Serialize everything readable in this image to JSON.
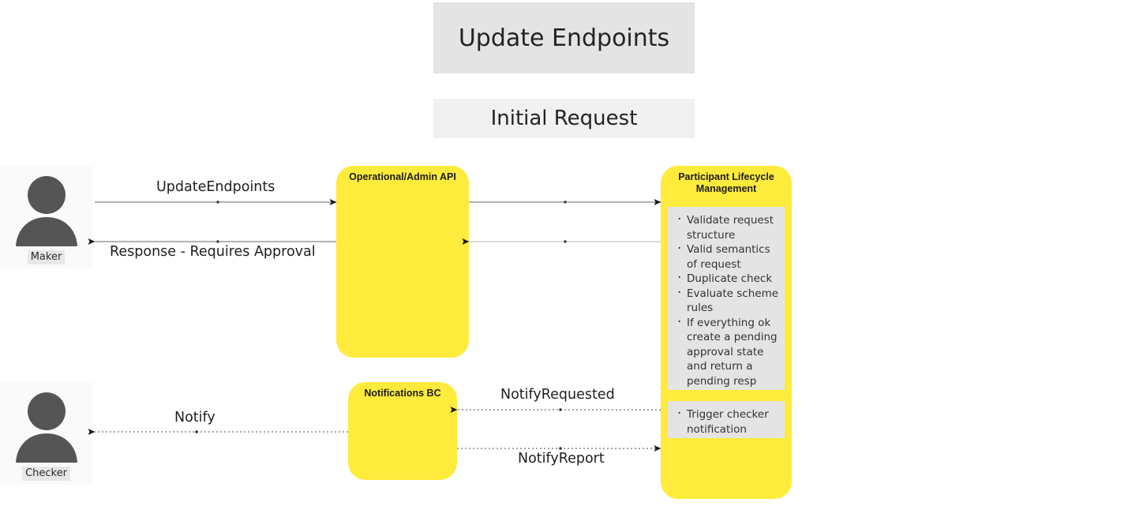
{
  "header": {
    "title": "Update Endpoints",
    "phase": "Initial Request",
    "title_bg": "#e4e4e4",
    "phase_bg": "#f1f1f1"
  },
  "theme": {
    "participant_fill": "#ffeb3b",
    "note_fill": "#e4e4e4",
    "actor_fill": "#fafafa",
    "line_color": "#9a9a9a",
    "text_color": "#1f1f1f"
  },
  "actors": [
    {
      "id": "maker",
      "label": "Maker",
      "icon": "person-icon"
    },
    {
      "id": "checker",
      "label": "Checker",
      "icon": "person-icon"
    }
  ],
  "participants": [
    {
      "id": "api",
      "title": "Operational/Admin API"
    },
    {
      "id": "notifications",
      "title": "Notifications BC"
    },
    {
      "id": "plm",
      "title": "Participant Lifecycle Management"
    }
  ],
  "notes": [
    {
      "id": "validate",
      "items": [
        "Validate request structure",
        "Valid semantics of request",
        "Duplicate check",
        "Evaluate scheme rules",
        "If everything ok create a pending approval state and return a pending resp"
      ]
    },
    {
      "id": "trigger",
      "items": [
        "Trigger checker notification"
      ]
    }
  ],
  "messages": [
    {
      "id": "m1",
      "label": "UpdateEndpoints",
      "style": "solid",
      "direction": "right"
    },
    {
      "id": "m2",
      "label": "",
      "style": "solid",
      "direction": "right"
    },
    {
      "id": "m3",
      "label": "",
      "style": "solid",
      "direction": "left"
    },
    {
      "id": "m4",
      "label": "Response - Requires Approval",
      "style": "solid",
      "direction": "left"
    },
    {
      "id": "m5",
      "label": "NotifyRequested",
      "style": "dotted",
      "direction": "left"
    },
    {
      "id": "m6",
      "label": "Notify",
      "style": "dotted",
      "direction": "left"
    },
    {
      "id": "m7",
      "label": "NotifyReport",
      "style": "dotted",
      "direction": "right"
    }
  ]
}
